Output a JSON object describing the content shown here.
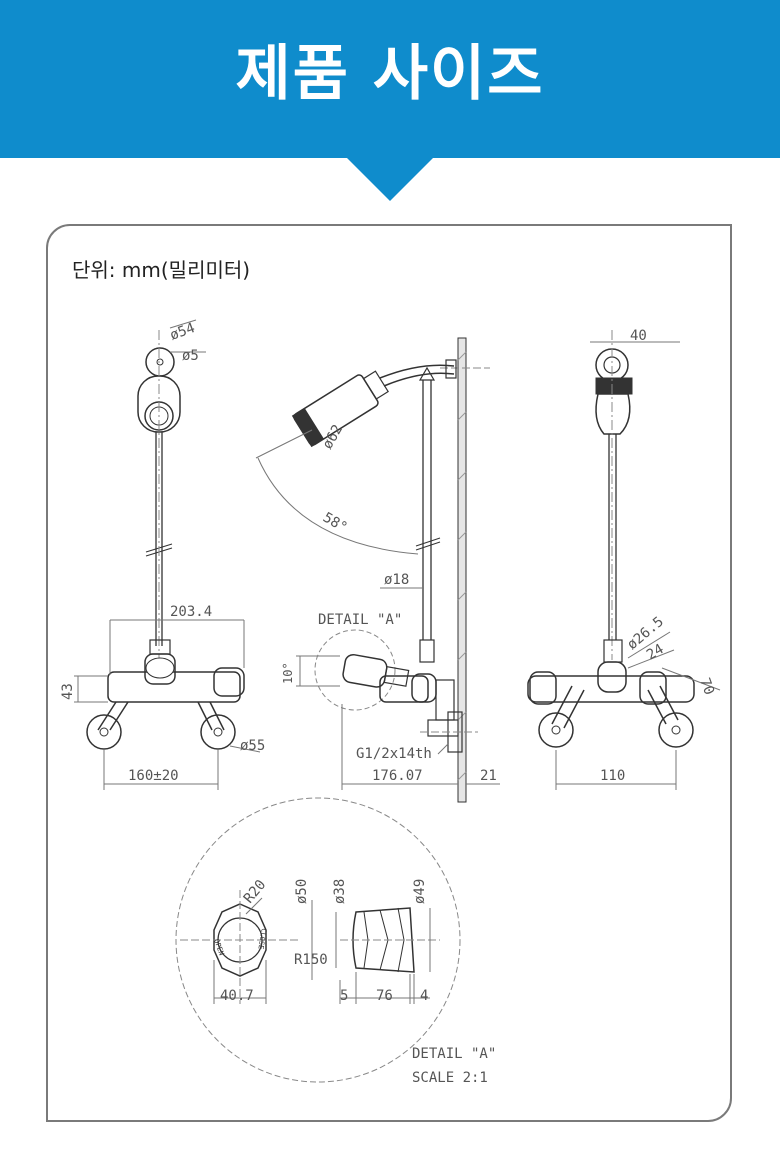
{
  "header": {
    "title": "제품 사이즈",
    "color": "#0f8ccc"
  },
  "unit_label": "단위: mm(밀리미터)",
  "front_view": {
    "head_diameter": "ø54",
    "hole_diameter": "ø5",
    "width": "203.4",
    "height": "43",
    "spacing": "160±20",
    "knob_diameter": "ø55"
  },
  "side_view": {
    "head_diameter": "ø62",
    "angle": "58°",
    "pipe_diameter": "ø18",
    "detail_label": "DETAIL \"A\"",
    "tilt_angle": "10°",
    "thread": "G1/2x14th",
    "length": "176.07",
    "wall": "21"
  },
  "right_view": {
    "top": "40",
    "nut_diameter": "ø26.5",
    "nut_width": "24",
    "arm": "70",
    "width": "110"
  },
  "detail_view": {
    "radius": "R20",
    "d50": "ø50",
    "d38": "ø38",
    "d49": "ø49",
    "r150": "R150",
    "knob_width": "40.7",
    "offset": "5",
    "length": "76",
    "end": "4",
    "knob_text_open": "OPEN",
    "knob_text_close": "CLOSE",
    "caption_1": "DETAIL \"A\"",
    "caption_2": "SCALE 2:1"
  }
}
